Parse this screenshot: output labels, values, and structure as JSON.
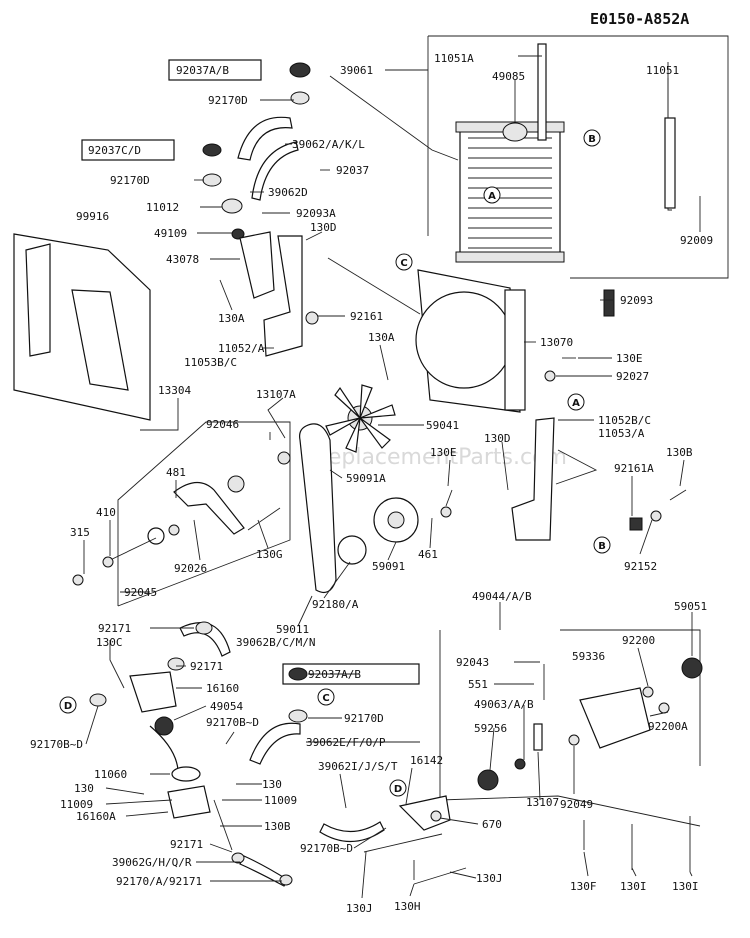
{
  "diagram_code": "E0150-A852A",
  "watermark": "eReplacementParts.com",
  "labels": {
    "l_92037ab_top": "92037A/B",
    "l_39061": "39061",
    "l_11051a": "11051A",
    "l_11051": "11051",
    "l_49085": "49085",
    "l_92170d_top": "92170D",
    "l_92037cd": "92037C/D",
    "l_39062akl": "39062/A/K/L",
    "l_92170d_2": "92170D",
    "l_92037": "92037",
    "l_39062d": "39062D",
    "l_11012": "11012",
    "l_92093a": "92093A",
    "l_99916": "99916",
    "l_49109": "49109",
    "l_130d_top": "130D",
    "l_43078": "43078",
    "l_92009": "92009",
    "l_92093": "92093",
    "l_130a_left": "130A",
    "l_92161": "92161",
    "l_11052a": "11052/A",
    "l_11053bc": "11053B/C",
    "l_130a_right": "130A",
    "l_13070": "13070",
    "l_130e_top": "130E",
    "l_92027": "92027",
    "l_13304": "13304",
    "l_13107a": "13107A",
    "l_59041": "59041",
    "l_11052bc": "11052B/C",
    "l_11053a": "11053/A",
    "l_92046": "92046",
    "l_130e_mid": "130E",
    "l_130d_mid": "130D",
    "l_130b_right": "130B",
    "l_481": "481",
    "l_59091a": "59091A",
    "l_92161a": "92161A",
    "l_410": "410",
    "l_315": "315",
    "l_92026": "92026",
    "l_130g": "130G",
    "l_461": "461",
    "l_59091": "59091",
    "l_92152": "92152",
    "l_92045": "92045",
    "l_92180a": "92180/A",
    "l_59011": "59011",
    "l_49044ab": "49044/A/B",
    "l_59051": "59051",
    "l_92171_1": "92171",
    "l_130c": "130C",
    "l_39062bcmn": "39062B/C/M/N",
    "l_92200": "92200",
    "l_59336": "59336",
    "l_92043": "92043",
    "l_92171_2": "92171",
    "l_92037ab_mid": "92037A/B",
    "l_16160": "16160",
    "l_551": "551",
    "l_49063ab": "49063/A/B",
    "l_49054": "49054",
    "l_92200a": "92200A",
    "l_59256": "59256",
    "l_92170d_mid": "92170D",
    "l_92170bd_left": "92170B~D",
    "l_92170bd_mid": "92170B~D",
    "l_39062efop": "39062E/F/O/P",
    "l_11060": "11060",
    "l_16142": "16142",
    "l_92049": "92049",
    "l_130_a": "130",
    "l_130_b": "130",
    "l_39062ijst": "39062I/J/S/T",
    "l_13107": "13107",
    "l_11009_a": "11009",
    "l_11009_b": "11009",
    "l_16160a": "16160A",
    "l_130b_bottom": "130B",
    "l_670": "670",
    "l_92171_3": "92171",
    "l_92170bd_bottom": "92170B~D",
    "l_39062ghqr": "39062G/H/Q/R",
    "l_130j_right": "130J",
    "l_92170a92171": "92170/A/92171",
    "l_130f": "130F",
    "l_130i_a": "130I",
    "l_130i_b": "130I",
    "l_130j_bottom": "130J",
    "l_130h": "130H"
  },
  "callouts": {
    "a1": "A",
    "a2": "A",
    "b1": "B",
    "b2": "B",
    "c1": "C",
    "c2": "C",
    "d1": "D",
    "d2": "D"
  }
}
